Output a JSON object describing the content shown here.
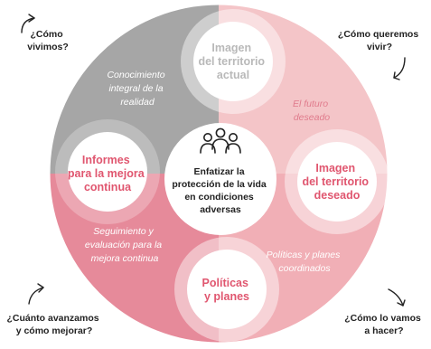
{
  "colors": {
    "gray": "#a6a6a6",
    "pink_light": "#f4c5c8",
    "pink_mid": "#e996a5",
    "pink_strong": "#e0566f",
    "node_text_gray": "#b9b9b9",
    "text_dark": "#222222"
  },
  "center": {
    "icon": "people-group-icon",
    "line1": "Enfatizar la",
    "line2": "protección de la vida",
    "line3": "en condiciones",
    "line4": "adversas"
  },
  "nodes": {
    "imagen_actual": {
      "line1": "Imagen",
      "line2": "del territorio",
      "line3": "actual"
    },
    "imagen_deseado": {
      "line1": "Imagen",
      "line2": "del territorio",
      "line3": "deseado"
    },
    "politicas": {
      "line1": "Políticas",
      "line2": "y planes"
    },
    "informes": {
      "line1": "Informes",
      "line2": "para la mejora",
      "line3": "continua"
    }
  },
  "sectors": {
    "conocimiento": {
      "line1": "Conocimiento",
      "line2": "integral de la",
      "line3": "realidad"
    },
    "futuro": {
      "line1": "El futuro",
      "line2": "deseado"
    },
    "politicas_coord": {
      "line1": "Políticas y planes",
      "line2": "coordinados"
    },
    "seguimiento": {
      "line1": "Seguimiento y",
      "line2": "evaluación para la",
      "line3": "mejora continua"
    }
  },
  "questions": {
    "como_vivimos": {
      "line1": "¿Cómo",
      "line2": "vivimos?"
    },
    "como_queremos": {
      "line1": "¿Cómo queremos",
      "line2": "vivir?"
    },
    "cuanto_avanzamos": {
      "line1": "¿Cuánto avanzamos",
      "line2": "y cómo mejorar?"
    },
    "como_hacer": {
      "line1": "¿Cómo lo vamos",
      "line2": "a hacer?"
    }
  }
}
